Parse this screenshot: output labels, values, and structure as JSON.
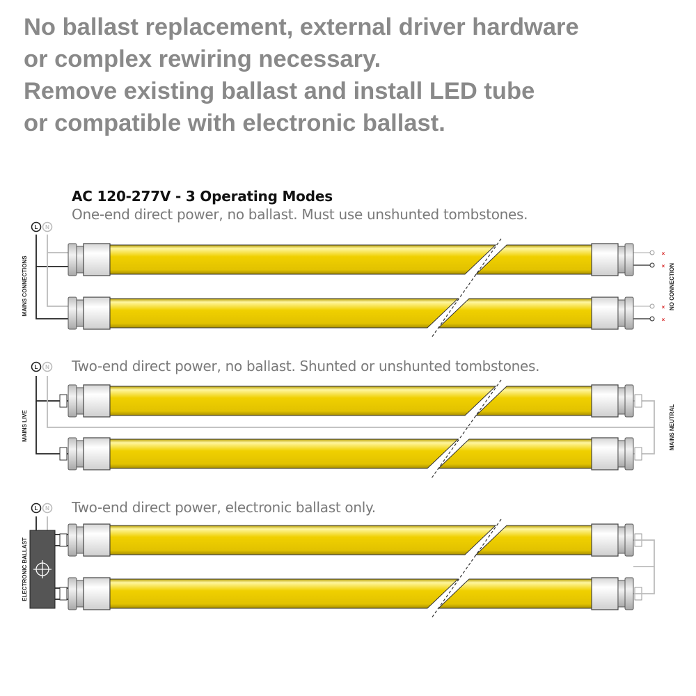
{
  "headline": {
    "line1": "No ballast replacement, external driver hardware",
    "line2": "or complex rewiring necessary.",
    "line3": "Remove existing ballast and install LED tube",
    "line4": "or compatible with electronic ballast."
  },
  "diagram": {
    "title": "AC 120-277V - 3 Operating Modes",
    "modes": [
      {
        "description": "One-end direct power, no ballast. Must use unshunted tombstones.",
        "left_label": "MAINS CONNECTIONS",
        "right_label": "NO CONNECTION"
      },
      {
        "description": "Two-end direct power, no ballast. Shunted or unshunted tombstones.",
        "left_label": "MAINS LIVE",
        "right_label": "MAINS NEUTRAL"
      },
      {
        "description": "Two-end direct power, electronic ballast only.",
        "left_label": "ELECTRONIC BALLAST",
        "right_label": ""
      }
    ],
    "terminal_live": "L",
    "terminal_neutral": "N",
    "colors": {
      "tube_yellow": "#f0d000",
      "tube_highlight": "#fff6a0",
      "tube_shadow": "#b89e00",
      "live_wire": "#222222",
      "neutral_wire": "#bbbbbb",
      "no_connection_x": "#d62020",
      "ballast_box": "#555555",
      "headline_text": "#898989"
    }
  }
}
